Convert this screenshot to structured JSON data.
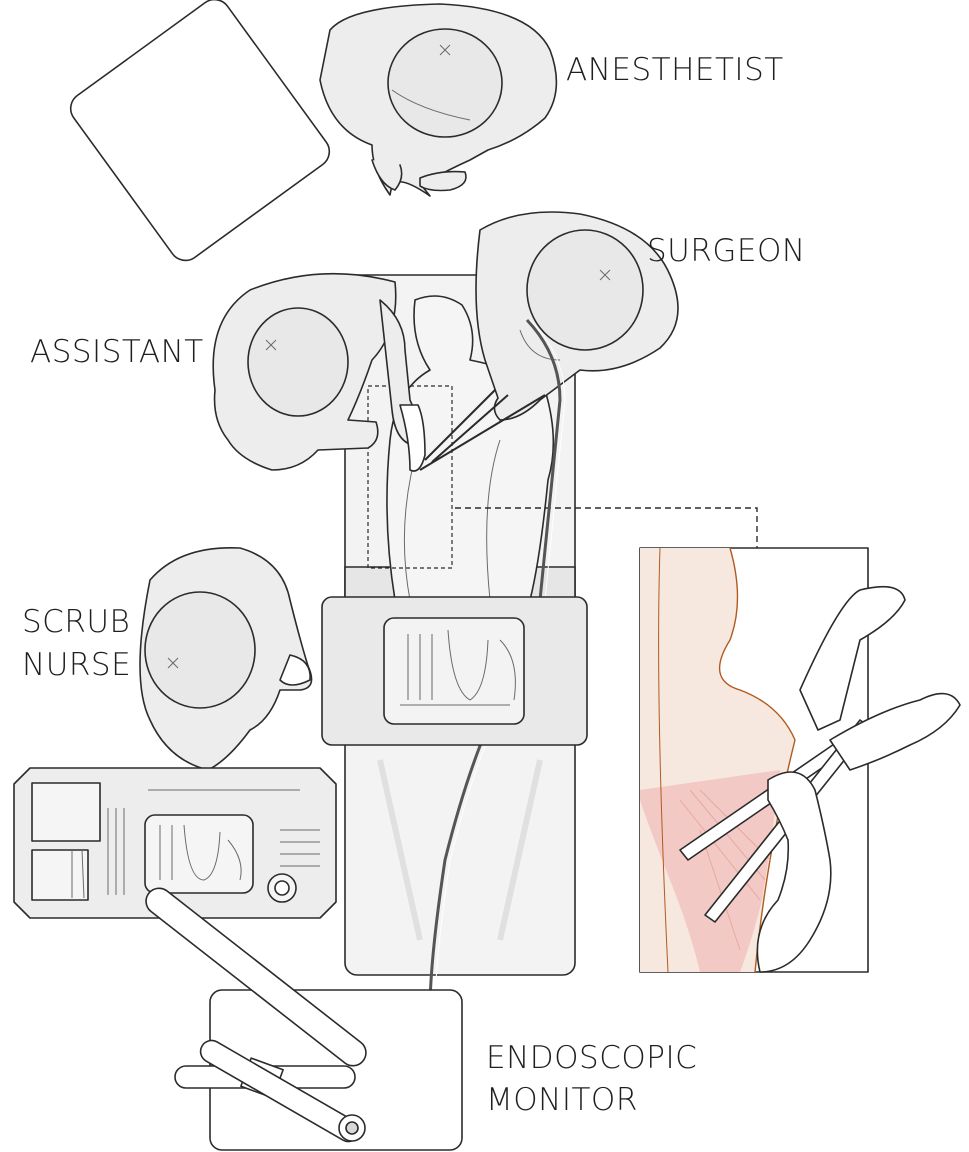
{
  "labels": {
    "anesthetist": "ANESTHETIST",
    "surgeon": "SURGEON",
    "assistant": "ASSISTANT",
    "scrub_nurse_line1": "SCRUB",
    "scrub_nurse_line2": "NURSE",
    "monitor_line1": "ENDOSCOPIC",
    "monitor_line2": "MONITOR"
  },
  "colors": {
    "gown": "#ededed",
    "drape": "#f2f2f2",
    "outline": "#2b2b2b",
    "skin": "#f6e8df",
    "muscle": "#f2c9c4",
    "inset_edge": "#b25a1e"
  }
}
